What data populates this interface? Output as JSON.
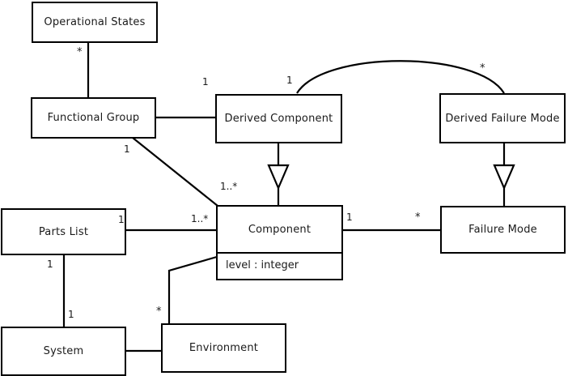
{
  "diagram": {
    "title": "UML Class Diagram",
    "type": "uml-class-diagram",
    "background": "#ffffff",
    "line_color": "#000000",
    "text_color": "#1a1a1a"
  },
  "classes": {
    "operational_states": {
      "name": "Operational States"
    },
    "functional_group": {
      "name": "Functional Group"
    },
    "derived_component": {
      "name": "Derived Component"
    },
    "derived_failure_mode": {
      "name": "Derived Failure Mode"
    },
    "parts_list": {
      "name": "Parts List"
    },
    "component": {
      "name": "Component",
      "attributes": [
        "level : integer"
      ]
    },
    "failure_mode": {
      "name": "Failure Mode"
    },
    "system": {
      "name": "System"
    },
    "environment": {
      "name": "Environment"
    }
  },
  "multiplicities": {
    "opstates_to_fgroup": "*",
    "fgroup_to_dcomponent": "1",
    "dcomponent_to_dfailuremode_source": "1",
    "dcomponent_to_dfailuremode_target": "*",
    "fgroup_to_component_source": "1",
    "fgroup_to_component_target": "1..*",
    "partslist_to_component_source": "1",
    "partslist_to_component_target": "1..*",
    "component_to_failuremode_source": "1",
    "component_to_failuremode_target": "*",
    "partslist_to_system_top": "1",
    "partslist_to_system_bottom": "1",
    "component_to_environment": "*"
  }
}
